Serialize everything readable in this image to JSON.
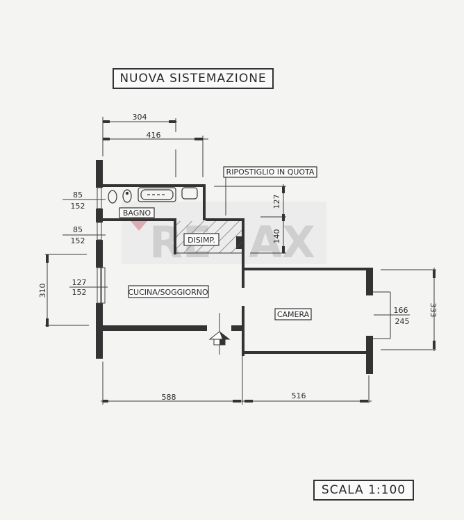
{
  "title": "NUOVA SISTEMAZIONE",
  "scale": "SCALA 1:100",
  "watermark": {
    "text": "RE/MAX",
    "letters": "RE",
    "letters2": "AX",
    "color": "#c9c9c9",
    "balloon_color": "#d9a0a8"
  },
  "rooms": {
    "bagno": "BAGNO",
    "disimp": "DISIMP.",
    "cucina": "CUCINA/SOGGIORNO",
    "camera": "CAMERA",
    "ripostiglio": "RIPOSTIGLIO IN QUOTA"
  },
  "dimensions": {
    "top_304": "304",
    "top_416": "416",
    "right_127": "127",
    "right_140": "140",
    "left_window1_w": "85",
    "left_window1_h": "152",
    "left_window2_w": "85",
    "left_window2_h": "152",
    "left_window3_w": "127",
    "left_window3_h": "152",
    "left_310": "310",
    "camera_window_w": "166",
    "camera_window_h": "245",
    "right_333": "333",
    "bottom_588": "588",
    "bottom_516": "516"
  },
  "colors": {
    "wall": "#333333",
    "line": "#3a3a3a",
    "background": "#f4f4f2"
  }
}
